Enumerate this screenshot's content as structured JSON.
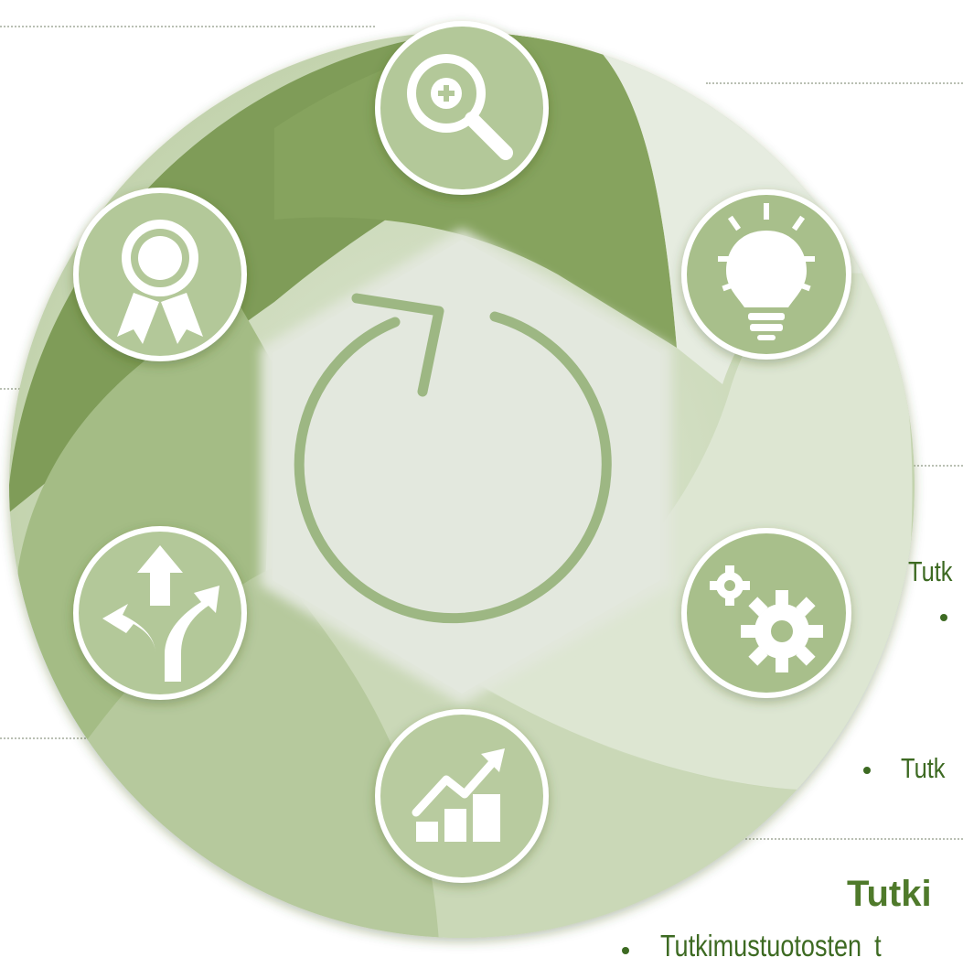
{
  "diagram": {
    "center_icon": "refresh-cycle-icon",
    "nodes": [
      {
        "icon": "magnifier-plus-icon"
      },
      {
        "icon": "lightbulb-icon"
      },
      {
        "icon": "gears-icon"
      },
      {
        "icon": "chart-growth-icon"
      },
      {
        "icon": "split-arrows-icon"
      },
      {
        "icon": "award-ribbon-icon"
      }
    ],
    "colors": {
      "dark": "#83a05b",
      "mid": "#a9c08b",
      "light": "#d4e0c6",
      "pale": "#e6ece0",
      "icon_fill": "#ffffff"
    }
  },
  "side_texts": {
    "line1": "Tutk",
    "line2": "Tutk",
    "heading": "Tutki",
    "bottom": "Tutkimustuotosten t"
  }
}
